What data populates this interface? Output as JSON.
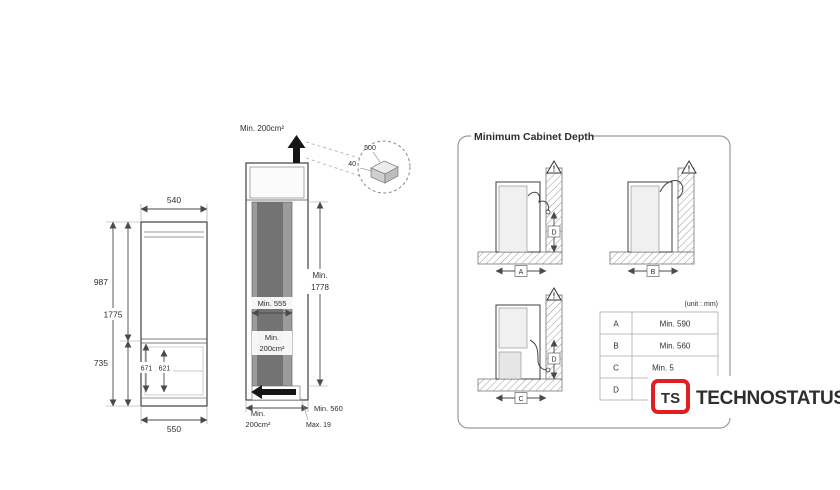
{
  "front_view": {
    "width_top": "540",
    "height_total": "1775",
    "height_upper": "987",
    "height_lower": "735",
    "freezer_inner_height": "671",
    "freezer_basket_height": "621",
    "width_bottom": "550"
  },
  "side_view": {
    "vent_top_area": "Min. 200cm²",
    "corner_detail_depth": "500",
    "corner_detail_width": "40",
    "niche_height_line1": "Min.",
    "niche_height_line2": "1778",
    "niche_depth_inner": "Min. 555",
    "vent_mid_line1": "Min.",
    "vent_mid_line2": "200cm²",
    "vent_bottom_line1": "Min.",
    "vent_bottom_line2": "200cm²",
    "plinth_max": "Max. 19",
    "depth_total": "Min. 560"
  },
  "cabinet_panel": {
    "title": "Minimum Cabinet Depth",
    "unit_note": "(unit : mm)",
    "diagram_a_label": "A",
    "diagram_b_label": "B",
    "diagram_c_label": "C",
    "dim_d_label": "D",
    "warning_glyph": "!",
    "table": {
      "rows": [
        {
          "label": "A",
          "value": "Min. 590"
        },
        {
          "label": "B",
          "value": "Min. 560"
        },
        {
          "label": "C",
          "value": "Min. 5"
        },
        {
          "label": "D",
          "value": ""
        }
      ]
    }
  },
  "branding": {
    "logo_monogram": "TS",
    "wordmark": "TECHNOSTATUS"
  },
  "colors": {
    "line": "#3f3f3f",
    "fridge_body_gray": "#9c9c9c",
    "fridge_inner_gray": "#737373",
    "panel_border": "#9a9a9a",
    "brand_red": "#e02020",
    "wordmark_gray": "#55595d"
  }
}
